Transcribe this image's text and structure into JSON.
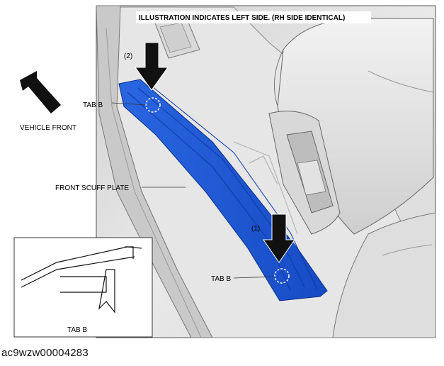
{
  "title": "ILLUSTRATION INDICATES LEFT SIDE. (RH SIDE IDENTICAL)",
  "direction_label": "VEHICLE FRONT",
  "labels": {
    "tab_b_upper": "TAB B",
    "tab_b_lower": "TAB B",
    "scuff_plate": "FRONT SCUFF PLATE",
    "step_2": "(2)",
    "step_1": "(1)",
    "inset_caption": "TAB B"
  },
  "doc_id": "ac9wzw00004283",
  "colors": {
    "scuff_plate": "#1f5ad6",
    "arrow": "#111111",
    "background_gray": "#e4e4e4"
  },
  "icons": [
    "vehicle-front-arrow",
    "press-arrow",
    "tab-marker-circle"
  ]
}
